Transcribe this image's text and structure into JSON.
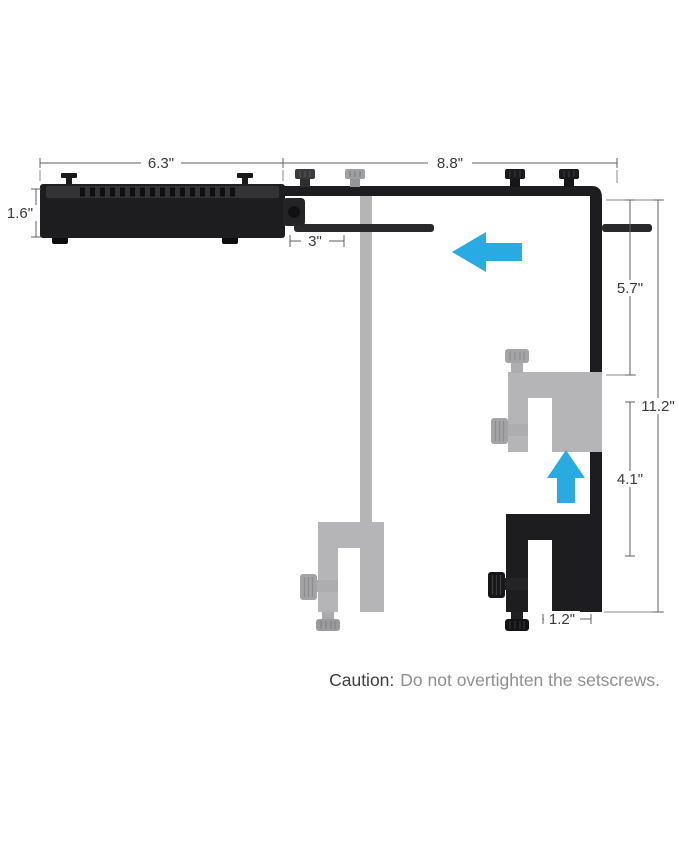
{
  "diagram": {
    "title": "light mounting bracket installation dimensions",
    "dimensions": {
      "light_width": "6.3\"",
      "light_height": "1.6\"",
      "arm_length": "8.8\"",
      "slide_offset": "3\"",
      "upper_section": "5.7\"",
      "overall_height": "11.2\"",
      "lower_section": "4.1\"",
      "clamp_foot": "1.2\""
    },
    "icons": {
      "slide_left_arrow": "arrow-left",
      "slide_up_arrow": "arrow-up"
    },
    "colors": {
      "accent": "#29abe2",
      "part_black": "#1d1d1f",
      "ghost_gray": "#b5b5b7",
      "dim_line": "#5f5f5f",
      "dim_text": "#3a3a3a"
    }
  },
  "caution": {
    "label": "Caution:",
    "message": "Do not overtighten the setscrews."
  }
}
